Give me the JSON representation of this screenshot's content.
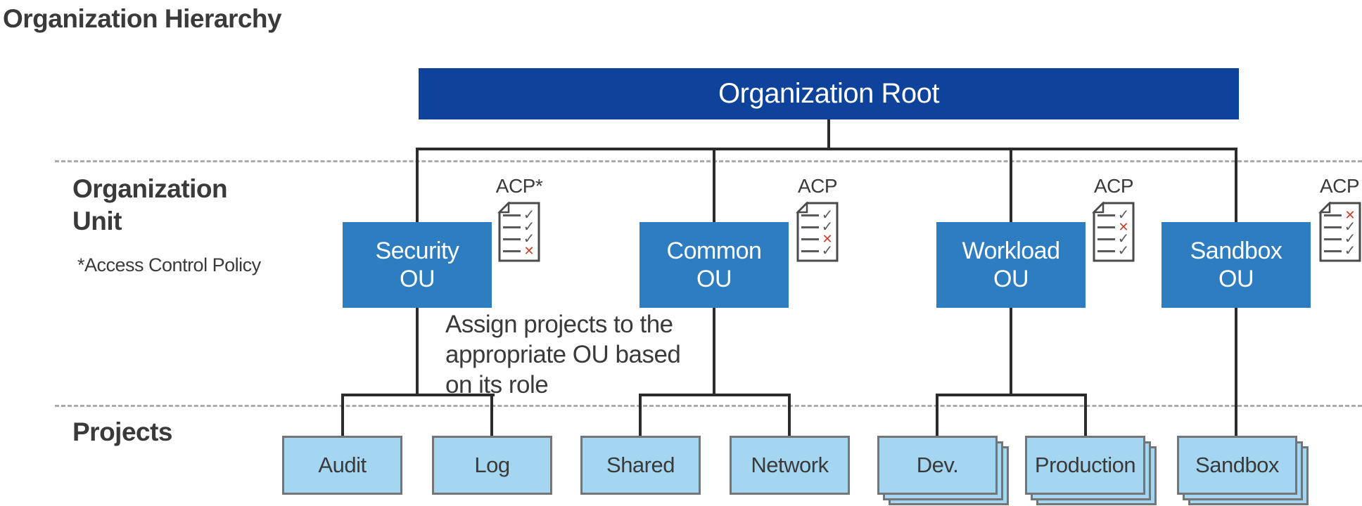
{
  "title": "Organization Hierarchy",
  "root": {
    "label": "Organization Root"
  },
  "sections": {
    "org_unit": {
      "label": "Organization Unit",
      "note": "*Access Control Policy"
    },
    "projects": {
      "label": "Projects"
    }
  },
  "annotation": "Assign projects to the appropriate OU based on its role",
  "ous": [
    {
      "line1": "Security",
      "line2": "OU",
      "acp": {
        "label": "ACP*",
        "marks": [
          {
            "glyph": "✓",
            "state": "ok"
          },
          {
            "glyph": "✓",
            "state": "ok"
          },
          {
            "glyph": "✓",
            "state": "ok"
          },
          {
            "glyph": "✕",
            "state": "fail"
          }
        ]
      }
    },
    {
      "line1": "Common",
      "line2": "OU",
      "acp": {
        "label": "ACP",
        "marks": [
          {
            "glyph": "✓",
            "state": "ok"
          },
          {
            "glyph": "✓",
            "state": "ok"
          },
          {
            "glyph": "✕",
            "state": "fail"
          },
          {
            "glyph": "✓",
            "state": "ok"
          }
        ]
      }
    },
    {
      "line1": "Workload",
      "line2": "OU",
      "acp": {
        "label": "ACP",
        "marks": [
          {
            "glyph": "✓",
            "state": "ok"
          },
          {
            "glyph": "✕",
            "state": "fail"
          },
          {
            "glyph": "✓",
            "state": "ok"
          },
          {
            "glyph": "✓",
            "state": "ok"
          }
        ]
      }
    },
    {
      "line1": "Sandbox",
      "line2": "OU",
      "acp": {
        "label": "ACP",
        "marks": [
          {
            "glyph": "✕",
            "state": "fail"
          },
          {
            "glyph": "✓",
            "state": "ok"
          },
          {
            "glyph": "✓",
            "state": "ok"
          },
          {
            "glyph": "✓",
            "state": "ok"
          }
        ]
      }
    }
  ],
  "projects": [
    {
      "label": "Audit",
      "stacked": false
    },
    {
      "label": "Log",
      "stacked": false
    },
    {
      "label": "Shared",
      "stacked": false
    },
    {
      "label": "Network",
      "stacked": false
    },
    {
      "label": "Dev.",
      "stacked": true
    },
    {
      "label": "Production",
      "stacked": true
    },
    {
      "label": "Sandbox",
      "stacked": true
    }
  ],
  "colors": {
    "root_box": "#0E429B",
    "ou_box": "#2E7DC1",
    "project_box": "#A4D5F1",
    "project_border": "#757575",
    "connector": "#2B2B2B",
    "text_dark": "#3A3A3A",
    "check": "#5A5A5A",
    "cross": "#C6402A",
    "separator": "#ABABAB"
  }
}
